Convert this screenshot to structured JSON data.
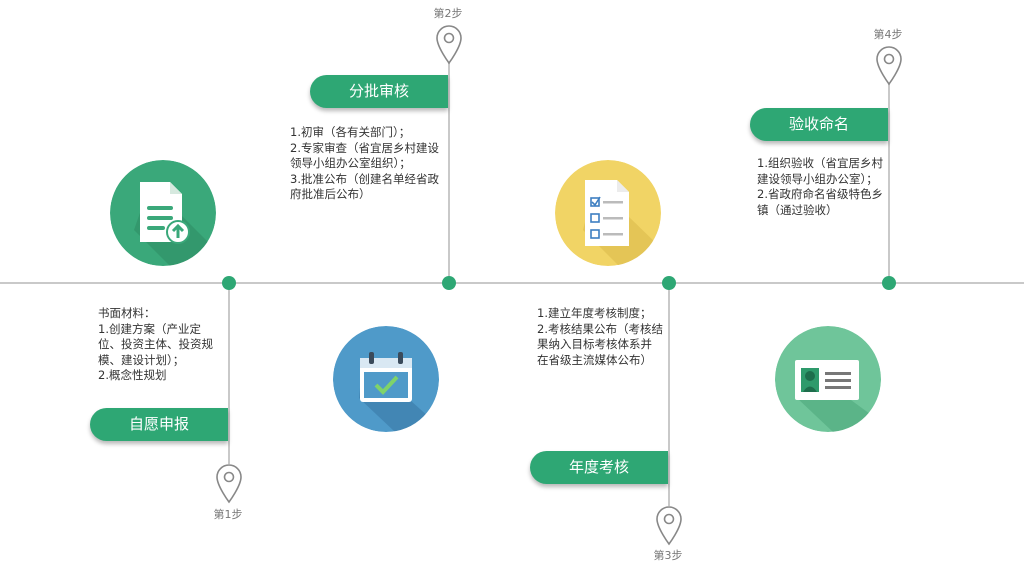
{
  "steps": [
    {
      "step_label": "第1步",
      "title": "自愿申报",
      "description": "书面材料：\n1.创建方案（产业定位、投资主体、投资规模、建设计划）；\n2.概念性规划",
      "icon": "document-upload-icon",
      "circle_color": "#3aa87a"
    },
    {
      "step_label": "第2步",
      "title": "分批审核",
      "description": "1.初审（各有关部门）；\n2.专家审查（省宜居乡村建设领导小组办公室组织）；\n3.批准公布（创建名单经省政府批准后公布）",
      "icon": "calendar-check-icon",
      "circle_color": "#4f9ac9"
    },
    {
      "step_label": "第3步",
      "title": "年度考核",
      "description": "1.建立年度考核制度；\n2.考核结果公布（考核结果纳入目标考核体系并在省级主流媒体公布）",
      "icon": "checklist-icon",
      "circle_color": "#f1d465"
    },
    {
      "step_label": "第4步",
      "title": "验收命名",
      "description": "1.组织验收（省宜居乡村建设领导小组办公室）；\n2.省政府命名省级特色乡镇（通过验收）",
      "icon": "id-card-icon",
      "circle_color": "#6fc59a"
    }
  ],
  "colors": {
    "accent": "#2ea774",
    "line": "#c9c9c9"
  }
}
